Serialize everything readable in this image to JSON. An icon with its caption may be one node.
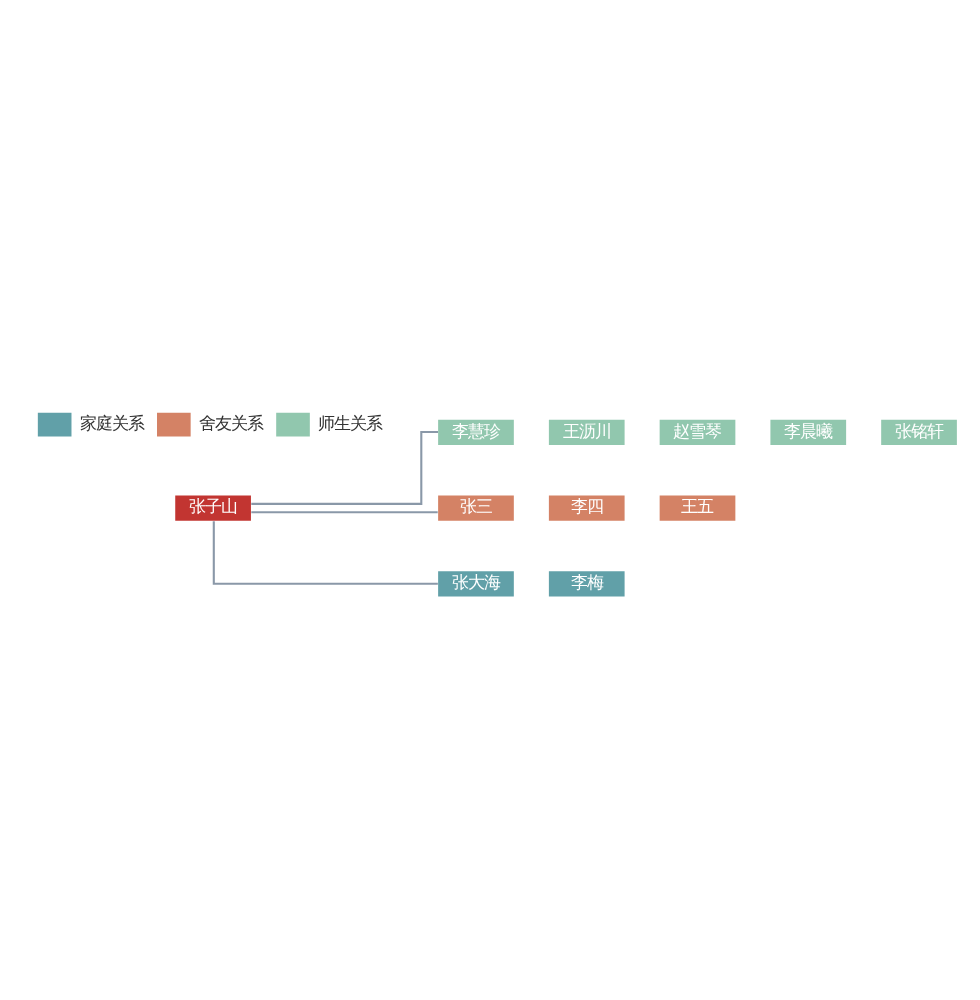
{
  "diagram": {
    "nodes": [
      {
        "text": [
          "李慧珍"
        ]
      },
      {
        "text": [
          "王沥川"
        ]
      },
      {
        "text": [
          "赵雪琴"
        ]
      },
      {
        "text": [
          "李晨曦"
        ]
      },
      {
        "text": [
          "张铭轩"
        ]
      },
      {
        "text": [
          "张子山"
        ]
      },
      {
        "text": [
          "张三"
        ]
      },
      {
        "text": [
          "李四"
        ]
      },
      {
        "text": [
          "王五"
        ]
      },
      {
        "text": [
          "张大海"
        ]
      },
      {
        "text": [
          "李梅"
        ]
      }
    ],
    "edges": [
      {
        "from": 5,
        "to": 0,
        "arrow": "none"
      },
      {
        "from": 5,
        "to": 6,
        "arrow": "none"
      },
      {
        "from": 5,
        "to": 9,
        "arrow": "none"
      }
    ],
    "legend": [
      {
        "text": "家庭关系",
        "color": "#61a0a8"
      },
      {
        "text": "舍友关系",
        "color": "#d48265"
      },
      {
        "text": "师生关系",
        "color": "#91c7ae"
      }
    ]
  }
}
